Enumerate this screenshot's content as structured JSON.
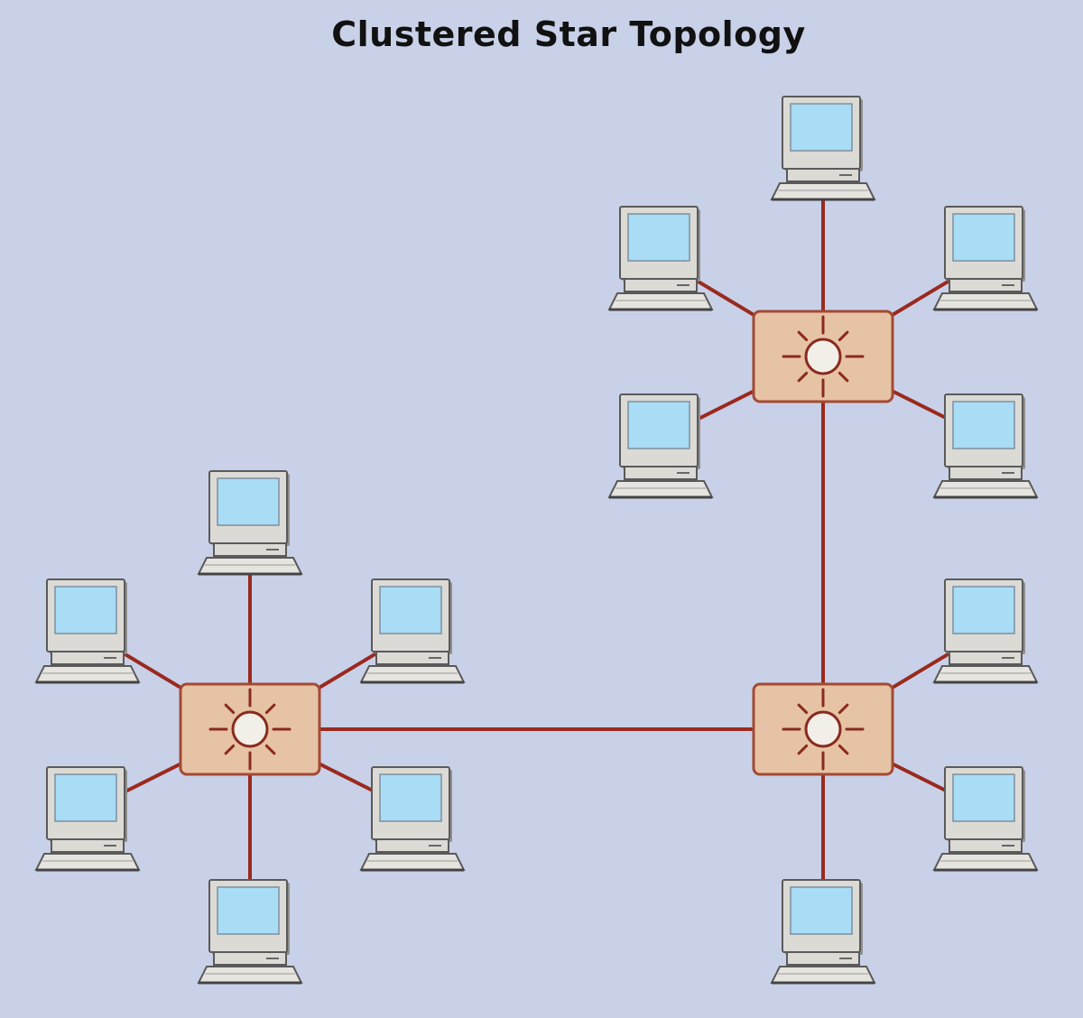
{
  "title": "Clustered Star Topology",
  "colors": {
    "background": "#c9d1e8",
    "link": "#9a2a1e",
    "hub_fill": "#e6c3a4",
    "hub_border": "#a44a34",
    "hub_symbol": "#8a2a1e",
    "hub_core": "#f2efe9",
    "monitor_body": "#dcdad5",
    "monitor_outline": "#5a5a5a",
    "screen": "#a9dcf5",
    "keyboard": "#e6e4df"
  },
  "topology": {
    "hubs": [
      {
        "id": "hub-upper-right",
        "icon": "hub-icon"
      },
      {
        "id": "hub-lower-left",
        "icon": "hub-icon"
      },
      {
        "id": "hub-lower-right",
        "icon": "hub-icon"
      }
    ],
    "hub_links": [
      {
        "from": "hub-upper-right",
        "to": "hub-lower-right"
      },
      {
        "from": "hub-lower-left",
        "to": "hub-lower-right"
      }
    ],
    "computers": [
      {
        "id": "pc-ur-1",
        "hub": "hub-upper-right",
        "icon": "computer-icon"
      },
      {
        "id": "pc-ur-2",
        "hub": "hub-upper-right",
        "icon": "computer-icon"
      },
      {
        "id": "pc-ur-3",
        "hub": "hub-upper-right",
        "icon": "computer-icon"
      },
      {
        "id": "pc-ur-4",
        "hub": "hub-upper-right",
        "icon": "computer-icon"
      },
      {
        "id": "pc-ur-5",
        "hub": "hub-upper-right",
        "icon": "computer-icon"
      },
      {
        "id": "pc-ll-1",
        "hub": "hub-lower-left",
        "icon": "computer-icon"
      },
      {
        "id": "pc-ll-2",
        "hub": "hub-lower-left",
        "icon": "computer-icon"
      },
      {
        "id": "pc-ll-3",
        "hub": "hub-lower-left",
        "icon": "computer-icon"
      },
      {
        "id": "pc-ll-4",
        "hub": "hub-lower-left",
        "icon": "computer-icon"
      },
      {
        "id": "pc-ll-5",
        "hub": "hub-lower-left",
        "icon": "computer-icon"
      },
      {
        "id": "pc-ll-6",
        "hub": "hub-lower-left",
        "icon": "computer-icon"
      },
      {
        "id": "pc-lr-1",
        "hub": "hub-lower-right",
        "icon": "computer-icon"
      },
      {
        "id": "pc-lr-2",
        "hub": "hub-lower-right",
        "icon": "computer-icon"
      },
      {
        "id": "pc-lr-3",
        "hub": "hub-lower-right",
        "icon": "computer-icon"
      }
    ]
  }
}
